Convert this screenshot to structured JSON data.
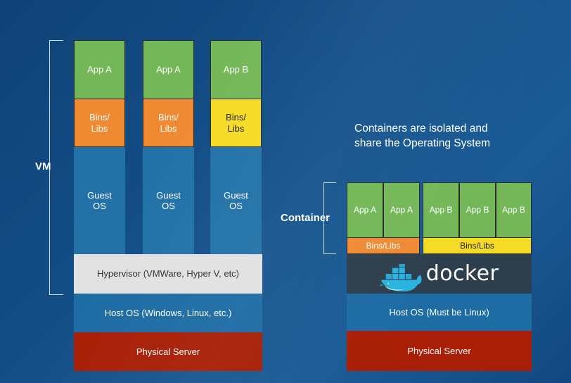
{
  "slide": {
    "background_color": "#12487f",
    "caption": "Containers are isolated and\nshare the Operating System"
  },
  "palette": {
    "app_green": "#74b758",
    "bins_orange": "#ef8a33",
    "bins_yellow": "#f5db25",
    "guest_os_blue": "#2272a8",
    "hypervisor_gray": "#e1e1e1",
    "host_os_blue": "#1d6ca4",
    "physical_server_red": "#a81e06",
    "docker_band": "#2d3e4c",
    "docker_whale": "#2ab3e0"
  },
  "vm_side": {
    "bracket_label": "VM",
    "columns": [
      {
        "app": "App A",
        "bins": "Bins/\nLibs",
        "bins_color": "orange",
        "guest": "Guest\nOS"
      },
      {
        "app": "App A",
        "bins": "Bins/\nLibs",
        "bins_color": "orange",
        "guest": "Guest\nOS"
      },
      {
        "app": "App B",
        "bins": "Bins/\nLibs",
        "bins_color": "yellow",
        "guest": "Guest\nOS"
      }
    ],
    "hypervisor": "Hypervisor (VMWare, Hyper V, etc)",
    "host_os": "Host OS (Windows, Linux, etc.)",
    "physical_server": "Physical Server"
  },
  "container_side": {
    "bracket_label": "Container",
    "groups": [
      {
        "apps": [
          "App A",
          "App A"
        ],
        "bins": "Bins/Libs",
        "bins_color": "orange"
      },
      {
        "apps": [
          "App B",
          "App B",
          "App B"
        ],
        "bins": "Bins/Libs",
        "bins_color": "yellow"
      }
    ],
    "docker_wordmark": "docker",
    "host_os": "Host OS (Must be Linux)",
    "physical_server": "Physical Server"
  }
}
